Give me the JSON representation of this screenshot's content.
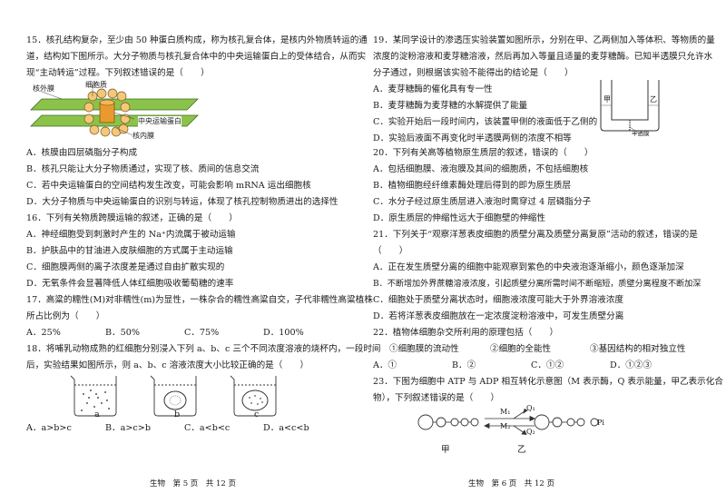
{
  "left": {
    "q15": {
      "line1": "15．核孔结构复杂，至少由 50 种蛋白质构成，称为核孔复合体，是核内外物质转运的通",
      "line2": "道，结构如下图所示。大分子物质与核孔复合体中的中央运输蛋白上的受体结合，从而实",
      "line3": "现“主动转运”过程。下列叙述错误的是（　　）",
      "fig": {
        "outer_membrane": "核外膜",
        "cytoplasm": "细胞质",
        "transport_protein": "中央运输蛋白",
        "inner_membrane": "核内膜"
      },
      "A": "A．核膜由四层磷脂分子构成",
      "B": "B．核孔只能让大分子物质通过，实现了核、质间的信息交流",
      "C": "C．若中央运输蛋白的空间结构发生改变，可能会影响 mRNA 运出细胞核",
      "D": "D．大分子物质与中央运输蛋白的识别与转运，体现了核孔控制物质进出的选择性"
    },
    "q16": {
      "stem": "16．下列有关物质跨膜运输的叙述，正确的是（　　）",
      "A": "A．神经细胞受到刺激时产生的 Na⁺内流属于被动运输",
      "B": "B．护肤品中的甘油进入皮肤细胞的方式属于主动运输",
      "C": "C．细胞膜两侧的离子浓度差是通过自由扩散实现的",
      "D": "D．无氧条件会显著降低人体红细胞吸收葡萄糖的速率"
    },
    "q17": {
      "line1": "17．高粱的糯性(M)对非糯性(m)为显性，一株杂合的糯性高粱自交，子代非糯性高粱植株",
      "line2": "所占比例为（　　）",
      "A": "A．25%",
      "B": "B．50%",
      "C": "C．75%",
      "D": "D．100%"
    },
    "q18": {
      "line1": "18．将哺乳动物成熟的红细胞分别浸入下列 a、b、c 三个不同浓度溶液的烧杯内，一段时间",
      "line2": "后，实验结果如图所示，则 a、b、c 溶液浓度大小比较正确的是（　　）",
      "labels": [
        "a",
        "b",
        "c"
      ],
      "A": "A．a>b>c",
      "B": "B．a>c>b",
      "C": "C．a<b<c",
      "D": "D．a<c<b"
    },
    "footer": "生物　第 5 页　共 12 页"
  },
  "right": {
    "q19": {
      "line1": "19．某同学设计的渗透压实验装置如图所示，分别在甲、乙两侧加入等体积、等物质的量",
      "line2": "浓度的淀粉溶液和麦芽糖溶液，然后再加入等量且适量的麦芽糖酶。已知半透膜只允许水",
      "line3": "分子通过，则根据该实验不能得出的结论是（　　）",
      "fig": {
        "left": "甲",
        "right": "乙",
        "membrane": "半透膜"
      },
      "A": "A．麦芽糖酶的催化具有专一性",
      "B": "B．麦芽糖酶为麦芽糖的水解提供了能量",
      "C": "C．实验开始后一段时间内，该装置甲侧的液面低于乙侧的",
      "D": "D．实验后液面不再变化时半透膜两侧的浓度不相等"
    },
    "q20": {
      "stem": "20．下列有关高等植物原生质层的叙述，错误的（　　）",
      "A": "A．包括细胞膜、液泡膜及其间的细胞质，不包括细胞核",
      "B": "B．植物细胞经纤维素酶处理后得到的即为原生质层",
      "C": "C．水分子经过原生质层进入液泡时需穿过 4 层磷脂分子",
      "D": "D．原生质层的伸缩性远大于细胞壁的伸缩性"
    },
    "q21": {
      "line1": "21．下列关于“观察洋葱表皮细胞的质壁分离及质壁分离复原”活动的叙述，错误的是",
      "line2": "（　　）",
      "A": "A．正在发生质壁分离的细胞中能观察到紫色的中央液泡逐渐缩小，颜色逐渐加深",
      "B": "B．不断增加外界蔗糖溶液浓度，引起质壁分离所需时间不断缩短，质壁分离程度不断加深",
      "C": "C．细胞处于质壁分离状态时，细胞液浓度可能大于外界溶液浓度",
      "D": "D．若将洋葱表皮细胞放在一定浓度淀粉溶液中，可发生质壁分离"
    },
    "q22": {
      "stem": "22．植物体细胞杂交所利用的原理包括（　　）",
      "p1": "①细胞膜的流动性",
      "p2": "②细胞的全能性",
      "p3": "③基因结构的相对独立性",
      "A": "A．①",
      "B": "B．②",
      "C": "C．①②",
      "D": "D．①②③"
    },
    "q23": {
      "line1": "23．下图为细胞中 ATP 与 ADP 相互转化示意图（M 表示酶，Q 表示能量，甲乙表示化合",
      "line2": "物），下列叙述错误的是（　　）",
      "fig": {
        "m1": "M₁",
        "m2": "M₂",
        "q1": "Q₁",
        "q2": "Q₂",
        "pi": "Pi",
        "left": "甲",
        "right": "乙"
      }
    },
    "footer": "生物　第 6 页　共 12 页"
  }
}
